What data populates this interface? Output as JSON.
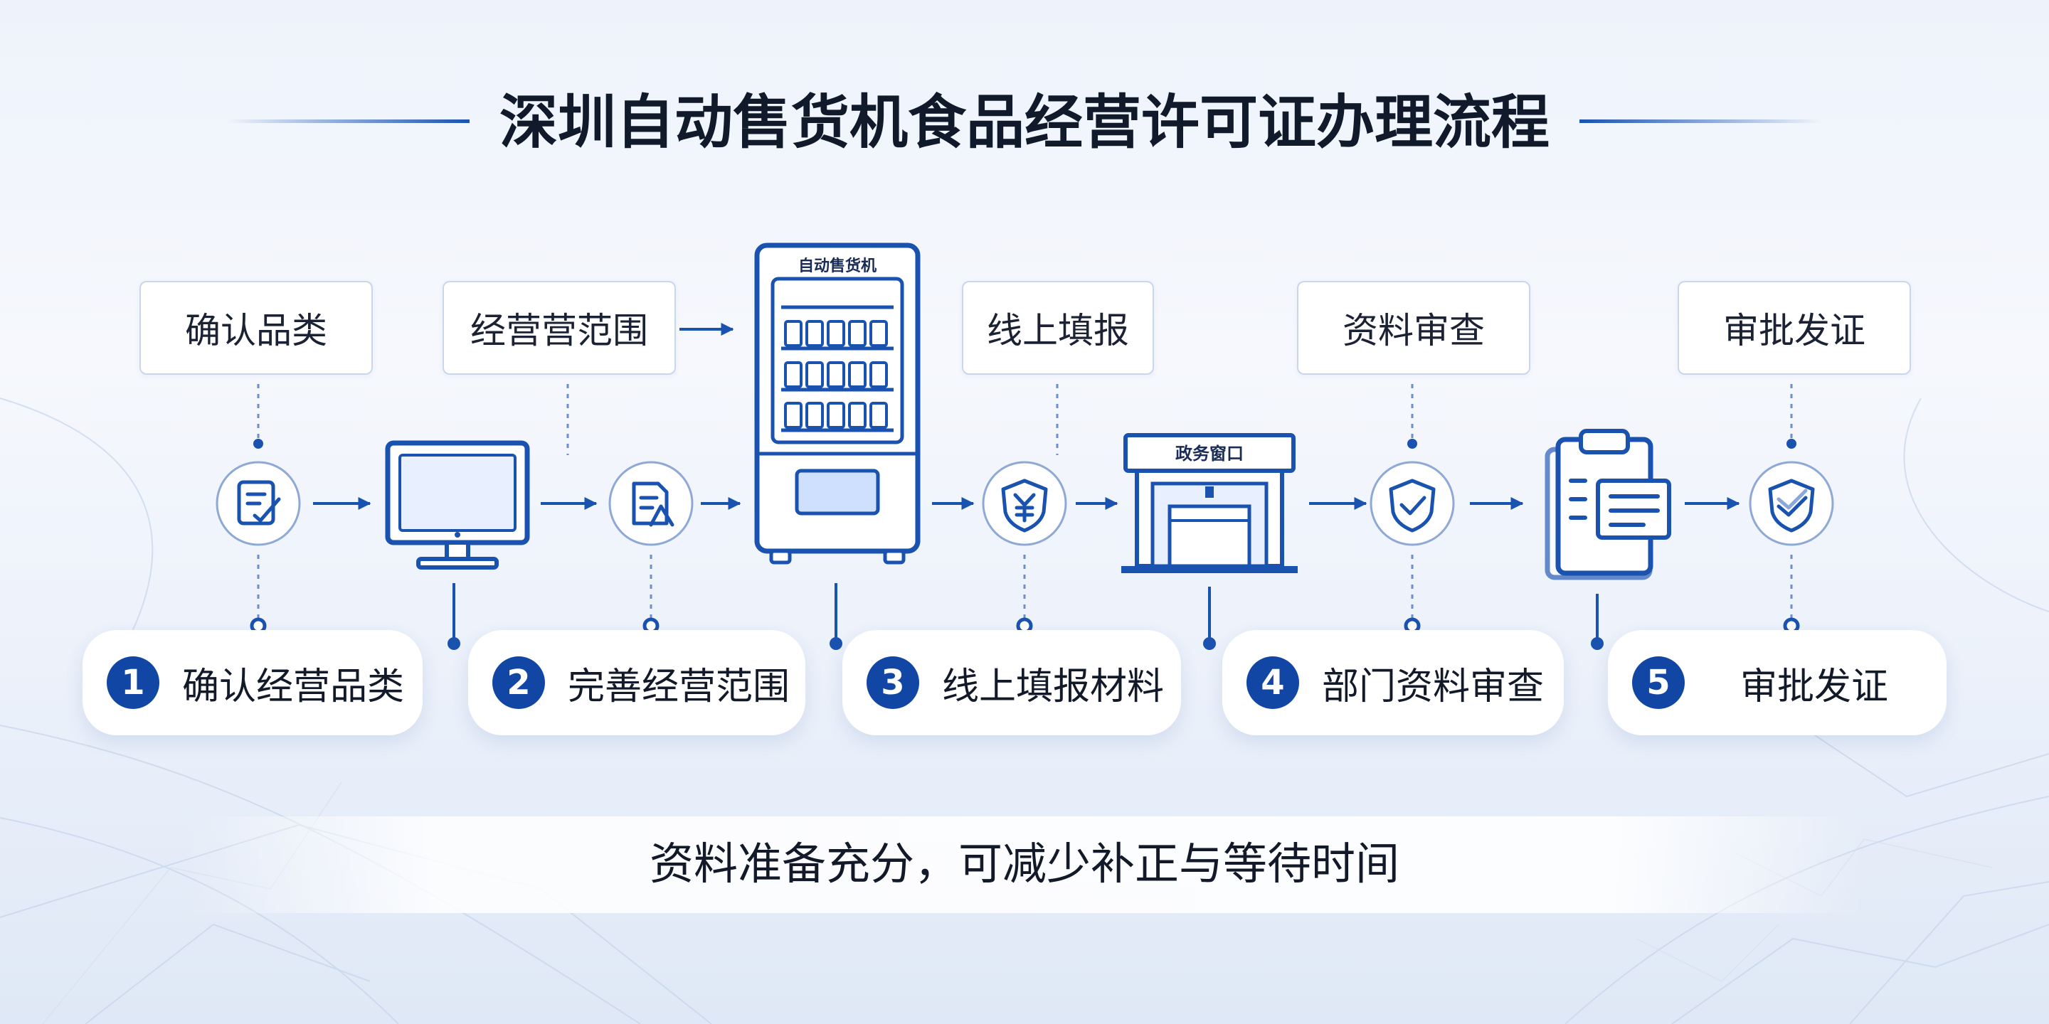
{
  "title": "深圳自动售货机食品经营许可证办理流程",
  "top_labels": [
    "确认品类",
    "经营营范围",
    "线上填报",
    "资料审查",
    "审批发证"
  ],
  "machine_label": "自动售货机",
  "window_label": "政务窗口",
  "steps": [
    {
      "num": "1",
      "label": "确认经营品类"
    },
    {
      "num": "2",
      "label": "完善经营范围"
    },
    {
      "num": "3",
      "label": "线上填报材料"
    },
    {
      "num": "4",
      "label": "部门资料审查"
    },
    {
      "num": "5",
      "label": "审批发证"
    }
  ],
  "footer_note": "资料准备充分，可减少补正与等待时间",
  "colors": {
    "primary": "#1246a5",
    "line": "#1a52b0",
    "title": "#111a2b"
  },
  "icons": [
    "checklist-icon",
    "computer-monitor-icon",
    "edit-document-icon",
    "vending-machine-icon",
    "yuan-shield-icon",
    "government-window-icon",
    "shield-check-icon",
    "clipboard-document-icon",
    "shield-approved-icon"
  ]
}
